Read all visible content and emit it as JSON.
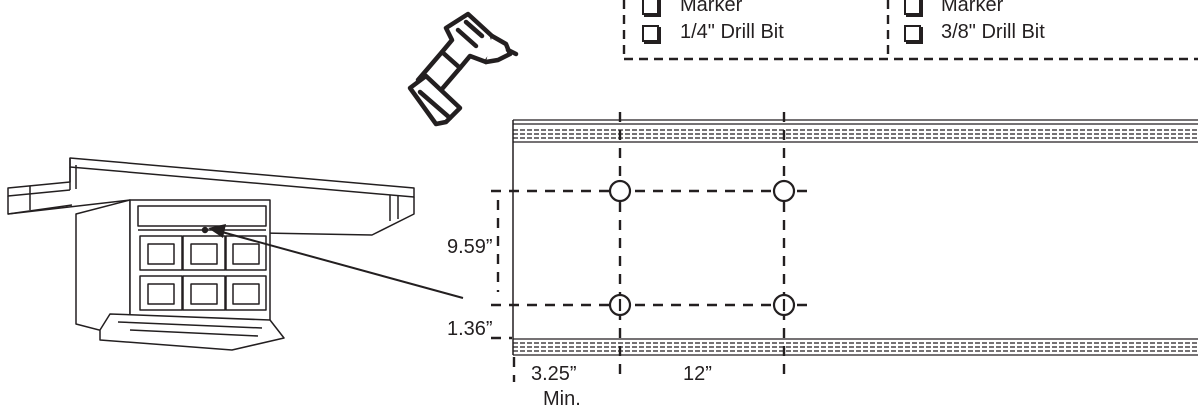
{
  "tools_list": {
    "column_left": [
      "Marker",
      "1/4\" Drill Bit"
    ],
    "column_right": [
      "Marker",
      "3/8\" Drill Bit"
    ]
  },
  "tool_icon": "drill-icon",
  "cabinet_icon": "overhead-cabinet-on-rail",
  "dimensions": {
    "vertical_spacing": "9.59”",
    "bottom_offset": "1.36”",
    "left_offset": "3.25”",
    "left_offset_qualifier": "Min.",
    "horizontal_spacing": "12”"
  },
  "colors": {
    "ink": "#231f20",
    "background": "#ffffff"
  }
}
